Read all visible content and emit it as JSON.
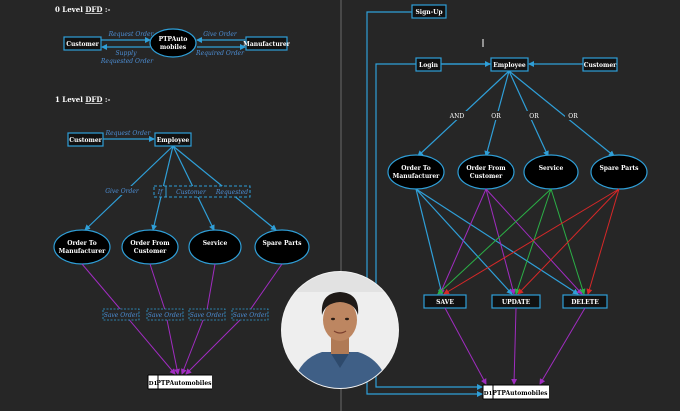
{
  "level0": {
    "heading_prefix": "0 Level ",
    "heading_dfd": "DFD",
    "heading_suffix": " :-",
    "customer": "Customer",
    "center_line1": "PTPAuto",
    "center_line2": "mobiles",
    "manufacturer": "Manufacturer",
    "request_order": "Request Order",
    "supply_line1": "Supply",
    "supply_line2": "Requested Order",
    "give_order": "Give Order",
    "required_order": "Required Order"
  },
  "level1": {
    "heading_prefix": "1 Level ",
    "heading_dfd": "DFD",
    "heading_suffix": " :-",
    "customer": "Customer",
    "request_order": "Request Order",
    "employee": "Employee",
    "give_order": "Give Order",
    "condition_if": "If",
    "condition_customer": "Customer",
    "condition_requested": "Requested",
    "processes": [
      {
        "line1": "Order To",
        "line2": "Manufacturer"
      },
      {
        "line1": "Order From",
        "line2": "Customer"
      },
      {
        "line1": "Service",
        "line2": ""
      },
      {
        "line1": "Spare Parts",
        "line2": ""
      }
    ],
    "save_order_labels": [
      "Save Order",
      "Save Order",
      "Save Order",
      "Save Order"
    ],
    "store_id": "D1",
    "store_name": "PTPAutomobiles"
  },
  "level2": {
    "signup": "Sign-Up",
    "login": "Login",
    "employee": "Employee",
    "customer": "Customer",
    "branch_labels": [
      "AND",
      "OR",
      "OR",
      "OR"
    ],
    "processes": [
      {
        "line1": "Order To",
        "line2": "Manufacturer"
      },
      {
        "line1": "Order From",
        "line2": "Customer"
      },
      {
        "line1": "Service",
        "line2": ""
      },
      {
        "line1": "Spare Parts",
        "line2": ""
      }
    ],
    "actions": [
      "SAVE",
      "UPDATE",
      "DELETE"
    ],
    "store_id": "D1",
    "store_name": "PTPAutomobiles"
  },
  "colors": {
    "background": "#262626",
    "flow_blue": "#2f9fd8",
    "purple": "#a02cc0",
    "red": "#d62828",
    "green": "#2bb046"
  }
}
